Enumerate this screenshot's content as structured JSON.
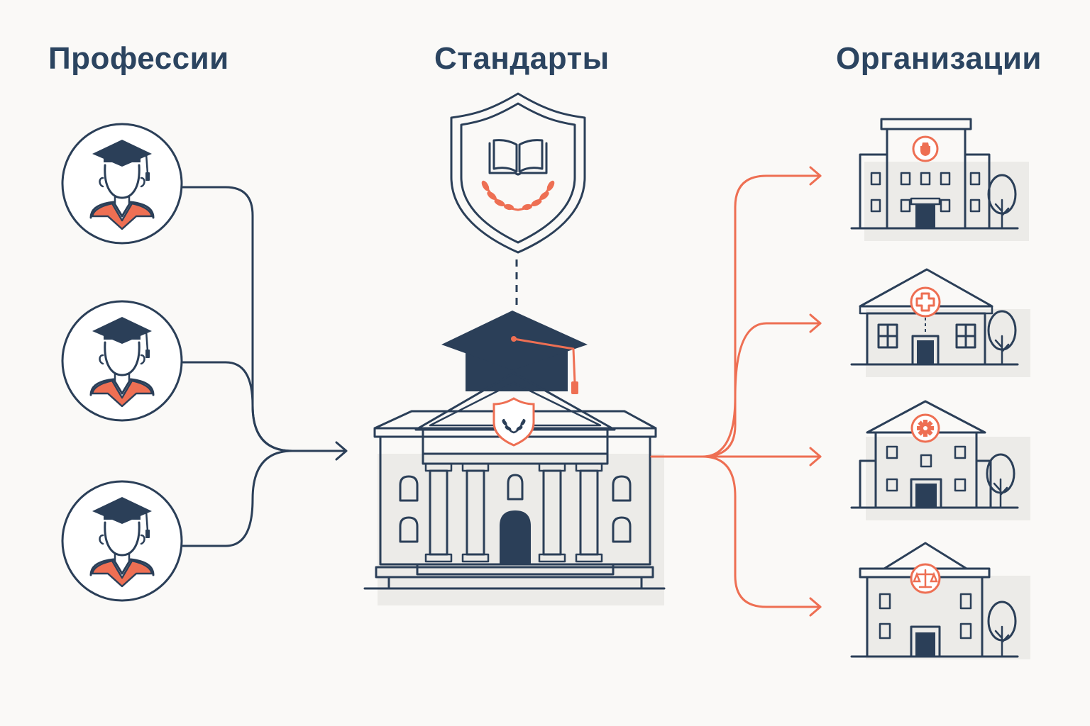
{
  "headings": {
    "professions": "Профессии",
    "standards": "Стандарты",
    "organizations": "Организации"
  },
  "colors": {
    "ink": "#2b3f58",
    "heading": "#2b4460",
    "accent": "#ee6f53",
    "background": "#faf9f7"
  },
  "icons": {
    "graduates": [
      "graduate-icon",
      "graduate-icon",
      "graduate-icon"
    ],
    "standard": "shield-book-laurel-icon",
    "institution": "university-building-icon",
    "organizations": [
      "hospital-building-icon",
      "clinic-building-icon",
      "industry-building-icon",
      "court-building-icon"
    ]
  }
}
